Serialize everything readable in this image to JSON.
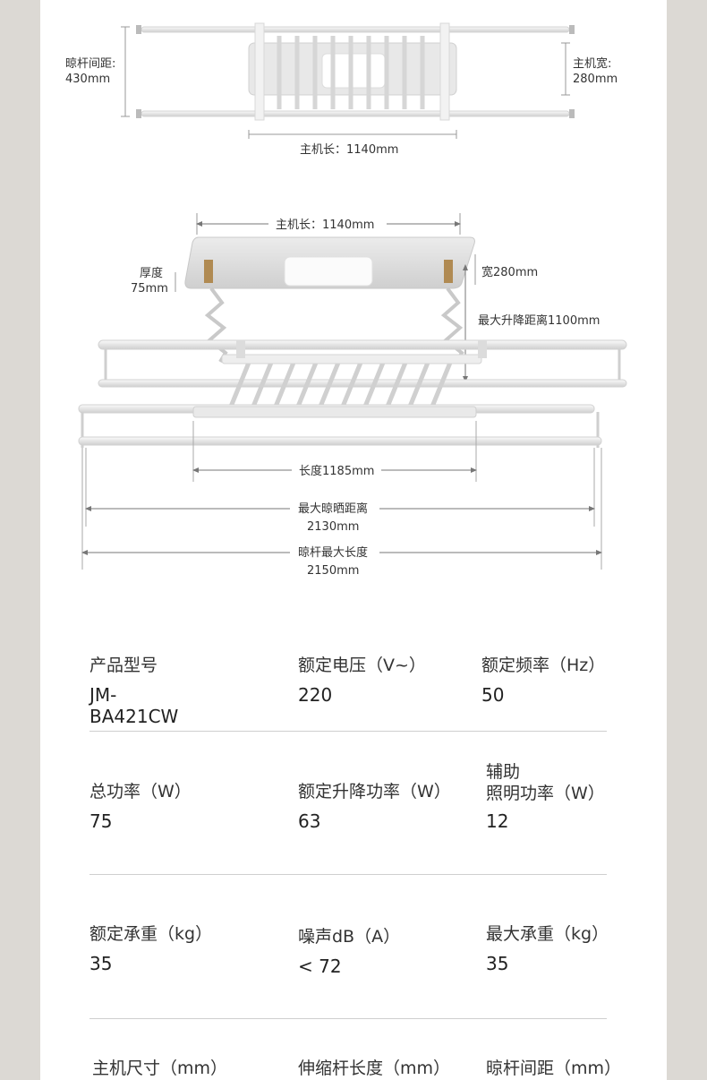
{
  "diagram": {
    "top": {
      "rod_spacing_label": "晾杆间距:",
      "rod_spacing_value": "430mm",
      "host_width_label": "主机宽:",
      "host_width_value": "280mm",
      "host_length": "主机长：1140mm"
    },
    "side": {
      "host_length": "主机长：1140mm",
      "thickness_label": "厚度",
      "thickness_value": "75mm",
      "width": "宽280mm",
      "max_lift": "最大升降距离1100mm",
      "length": "长度1185mm",
      "max_dry_label": "最大晾晒距离",
      "max_dry_value": "2130mm",
      "rod_max_label": "晾杆最大长度",
      "rod_max_value": "2150mm"
    }
  },
  "specs": [
    [
      {
        "label": "产品型号",
        "value": "JM-BA421CW"
      },
      {
        "label": "额定电压（V~）",
        "value": "220"
      },
      {
        "label": "额定频率（Hz）",
        "value": "50"
      }
    ],
    [
      {
        "label": "总功率（W）",
        "value": "75"
      },
      {
        "label": "额定升降功率（W）",
        "value": "63"
      },
      {
        "label": "辅助\n照明功率（W）",
        "value": "12"
      }
    ],
    [
      {
        "label": "额定承重（kg）",
        "value": "35"
      },
      {
        "label": "噪声dB（A）",
        "value": "< 72"
      },
      {
        "label": "最大承重（kg）",
        "value": "35"
      }
    ],
    [
      {
        "label": "主机尺寸（mm）",
        "value": ""
      },
      {
        "label": "伸缩杆长度（mm）",
        "value": ""
      },
      {
        "label": "晾杆间距（mm）",
        "value": ""
      }
    ]
  ]
}
